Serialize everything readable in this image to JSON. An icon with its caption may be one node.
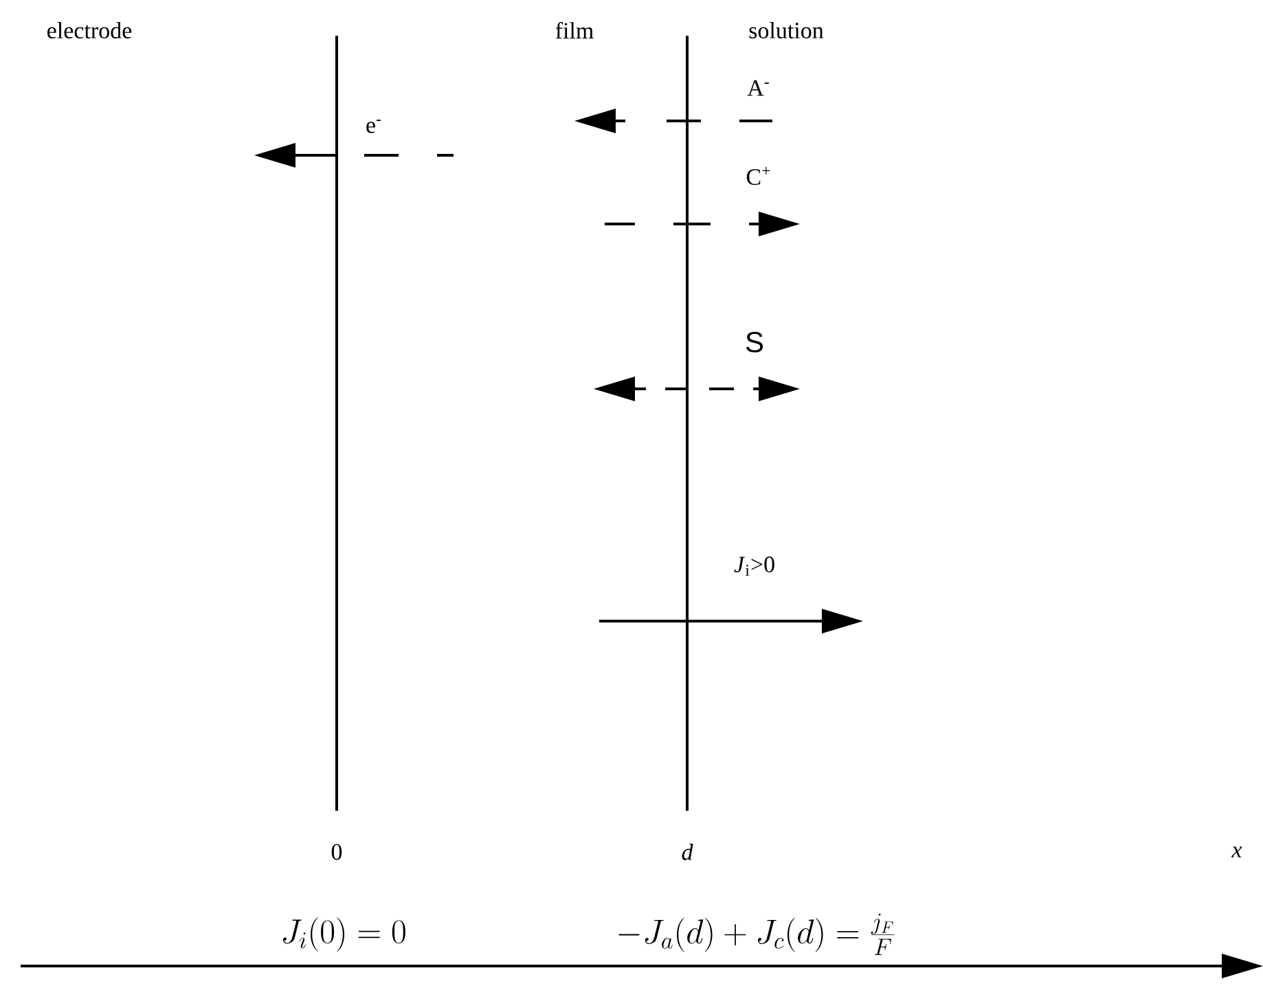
{
  "diagram": {
    "labels": [
      "electrode",
      "film",
      "solution",
      "A$^{-}$",
      "e$^{-}$",
      "C$^{+}$",
      "S",
      "*J*$_{i}$>0",
      "0",
      "d",
      "x",
      "J_i(0) = 0",
      "-J_a(d) + J_c(d) = \\frac{j_F}{F}"
    ]
  }
}
